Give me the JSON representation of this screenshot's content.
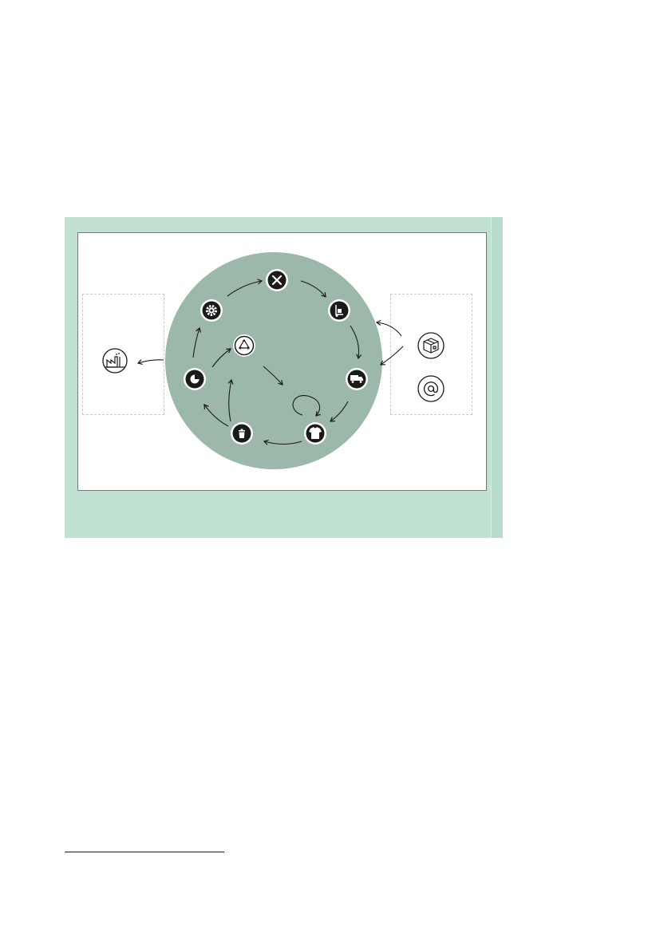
{
  "diagram": {
    "colors": {
      "panel_bg": "#c1e1d3",
      "circle_fill": "#9bb8aa",
      "node_ring": "#ffffff",
      "node_fill": "#1a1a1a",
      "arrow": "#1a1a1a"
    },
    "cycle_nodes": [
      {
        "id": "design",
        "icon": "tools-icon"
      },
      {
        "id": "sourcing",
        "icon": "hand-truck-icon"
      },
      {
        "id": "distribution",
        "icon": "delivery-truck-icon"
      },
      {
        "id": "use",
        "icon": "t-shirt-icon"
      },
      {
        "id": "disposal",
        "icon": "trash-bin-icon"
      },
      {
        "id": "sorting",
        "icon": "pie-chart-icon"
      },
      {
        "id": "production",
        "icon": "gear-icon"
      },
      {
        "id": "recycling",
        "icon": "recycle-icon"
      }
    ],
    "external_nodes": [
      {
        "id": "industry",
        "icon": "factory-icon",
        "side": "left"
      },
      {
        "id": "parcel",
        "icon": "package-icon",
        "side": "right"
      },
      {
        "id": "online",
        "icon": "at-sign-icon",
        "side": "right"
      }
    ]
  }
}
